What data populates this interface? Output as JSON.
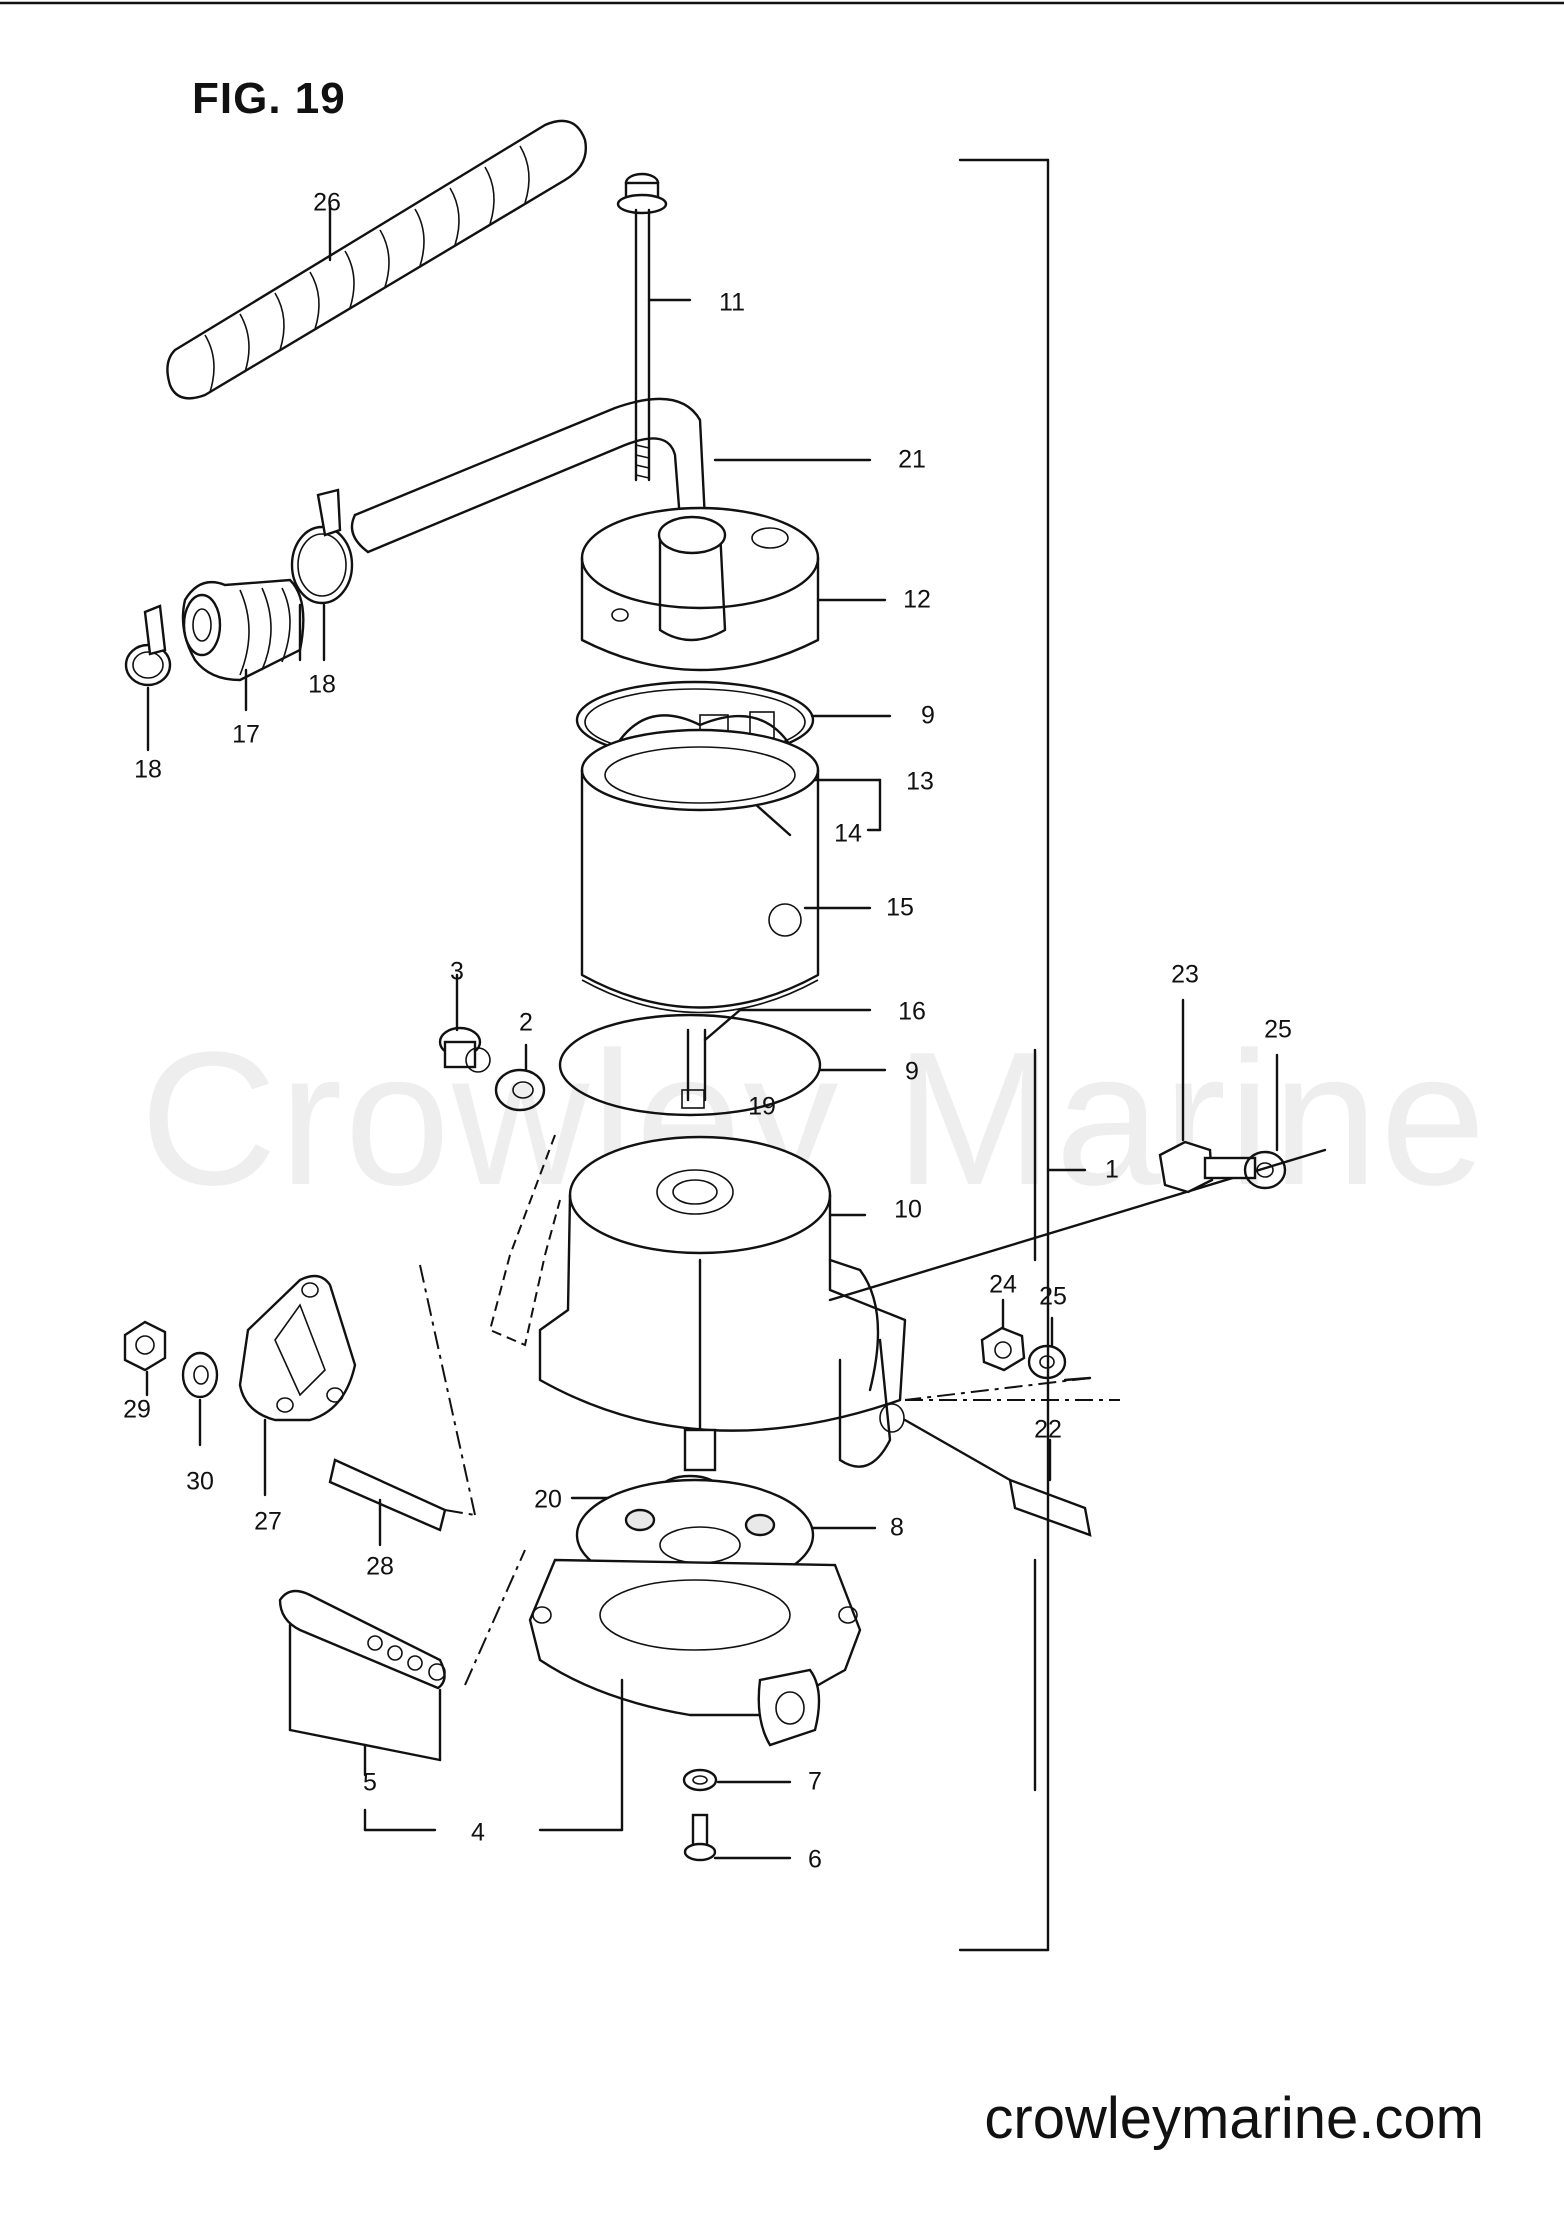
{
  "figure": {
    "title": "FIG. 19"
  },
  "watermark": "Crowley Marine",
  "site": "crowleymarine.com",
  "callouts": [
    "26",
    "11",
    "21",
    "12",
    "18",
    "17",
    "18",
    "9",
    "13",
    "14",
    "15",
    "3",
    "2",
    "16",
    "9",
    "19",
    "10",
    "23",
    "25",
    "1",
    "24",
    "25",
    "22",
    "29",
    "30",
    "27",
    "28",
    "20",
    "8",
    "5",
    "4",
    "7",
    "6"
  ]
}
